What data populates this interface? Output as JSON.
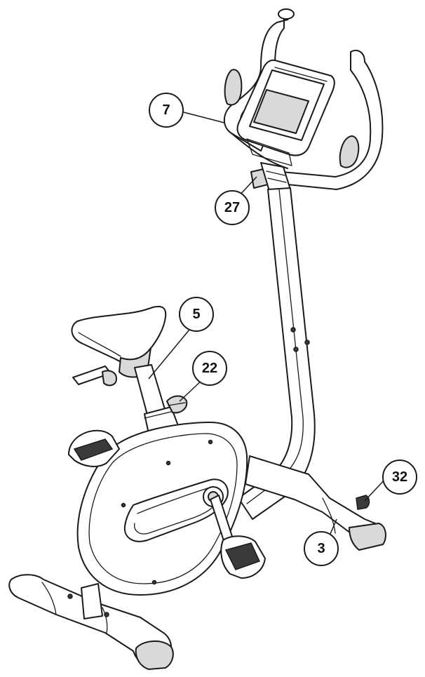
{
  "callouts": [
    {
      "label": "7"
    },
    {
      "label": "27"
    },
    {
      "label": "5"
    },
    {
      "label": "22"
    },
    {
      "label": "32"
    },
    {
      "label": "3"
    }
  ]
}
